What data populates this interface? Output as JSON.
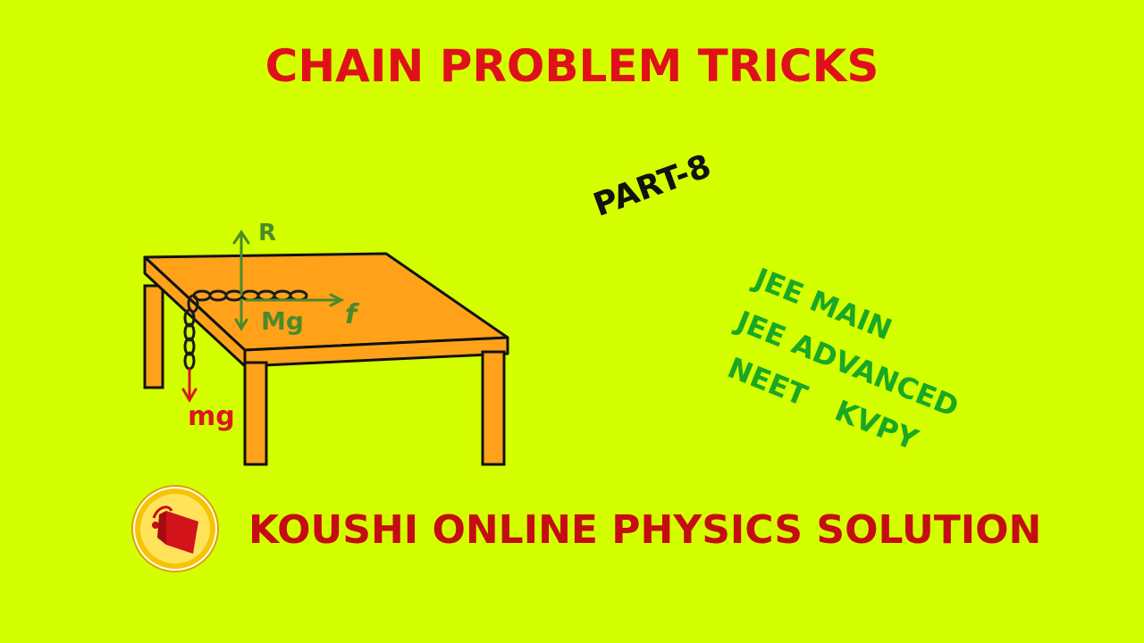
{
  "title": "CHAIN PROBLEM TRICKS",
  "part": "PART-8",
  "exams": [
    "JEE MAIN",
    "JEE ADVANCED",
    "NEET",
    "KVPY"
  ],
  "diagram": {
    "labels": {
      "R": "R",
      "Mg": "Mg",
      "f": "f",
      "mg": "mg"
    }
  },
  "footer": {
    "brand": "KOUSHI ONLINE PHYSICS SOLUTION"
  },
  "colors": {
    "background": "#d4ff00",
    "title": "#e0101a",
    "exams": "#1aa824",
    "table": "#ffa21a",
    "brand": "#c40d12"
  }
}
